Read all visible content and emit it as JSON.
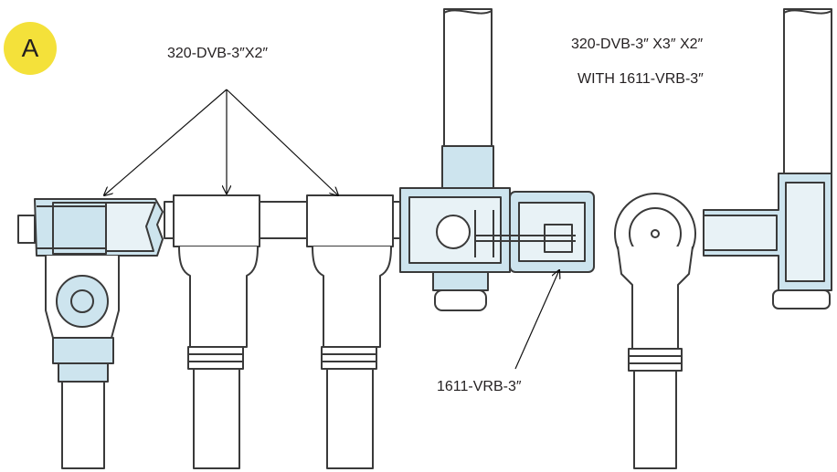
{
  "badge": {
    "text": "A",
    "color": "#f4e13a"
  },
  "labels": {
    "dvb_2": "320-DVB-3″X2″",
    "dvb_3x3x2": "320-DVB-3″ X3″ X2″",
    "with_vrb": "WITH 1611-VRB-3″",
    "vrb": "1611-VRB-3″"
  },
  "colors": {
    "cutaway_fill": "#cde4ee",
    "outline": "#3a3a3a",
    "text": "#231f20"
  }
}
